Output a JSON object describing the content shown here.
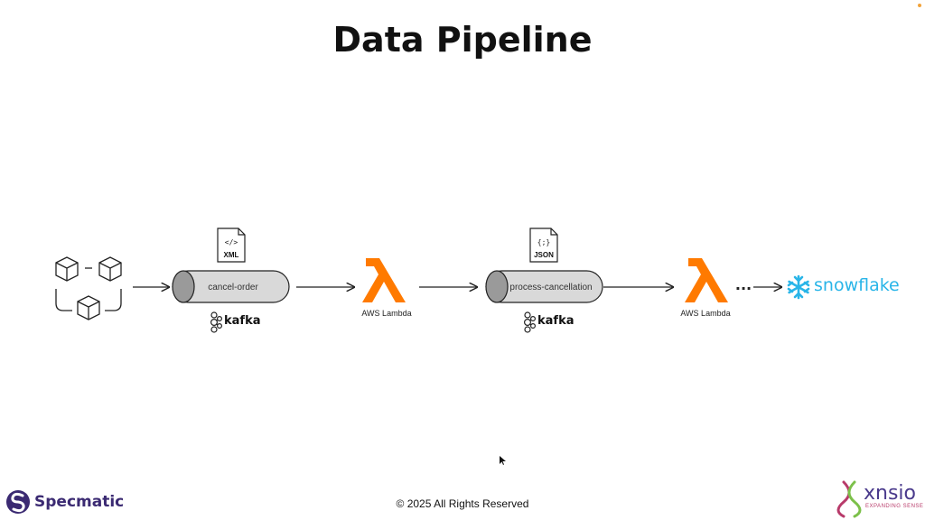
{
  "slide": {
    "title": "Data Pipeline",
    "footer": "© 2025 All Rights Reserved",
    "brand_left": "Specmatic",
    "brand_right": "xnsio",
    "brand_right_tagline": "EXPANDING SENSE"
  },
  "pipeline": {
    "topic1": {
      "name": "cancel-order",
      "format": "XML",
      "broker": "kafka"
    },
    "lambda1": {
      "caption": "AWS Lambda"
    },
    "topic2": {
      "name": "process-cancellation",
      "format": "JSON",
      "broker": "kafka"
    },
    "lambda2": {
      "caption": "AWS Lambda"
    },
    "ellipsis": "...",
    "destination": "snowflake"
  },
  "colors": {
    "lambda": "#ff7a00",
    "snowflake": "#29b5e8",
    "pipe_fill": "#d9d9d9",
    "brand": "#3b2a72"
  },
  "icons": {
    "microservices": "cube-cluster-icon",
    "xml_doc": "xml-file-icon",
    "json_doc": "json-file-icon",
    "kafka": "kafka-icon",
    "lambda": "lambda-icon",
    "snowflake": "snowflake-icon"
  }
}
